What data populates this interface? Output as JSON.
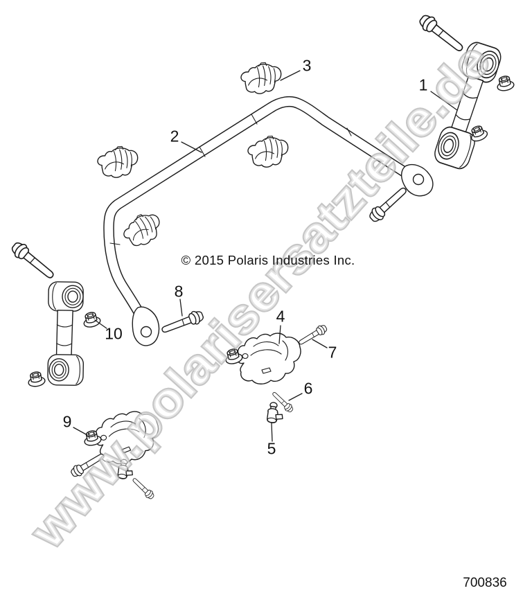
{
  "diagram": {
    "watermark": "www.polarisersatzteile.de",
    "copyright": "© 2015 Polaris Industries Inc.",
    "part_number": "700836",
    "callouts": [
      {
        "label": "1"
      },
      {
        "label": "2"
      },
      {
        "label": "3"
      },
      {
        "label": "4"
      },
      {
        "label": "5"
      },
      {
        "label": "6"
      },
      {
        "label": "7"
      },
      {
        "label": "8"
      },
      {
        "label": "9"
      },
      {
        "label": "10"
      }
    ],
    "colors": {
      "line": "#1c1c1c",
      "watermark_outline": "#b3b3b3",
      "background": "#ffffff"
    }
  }
}
